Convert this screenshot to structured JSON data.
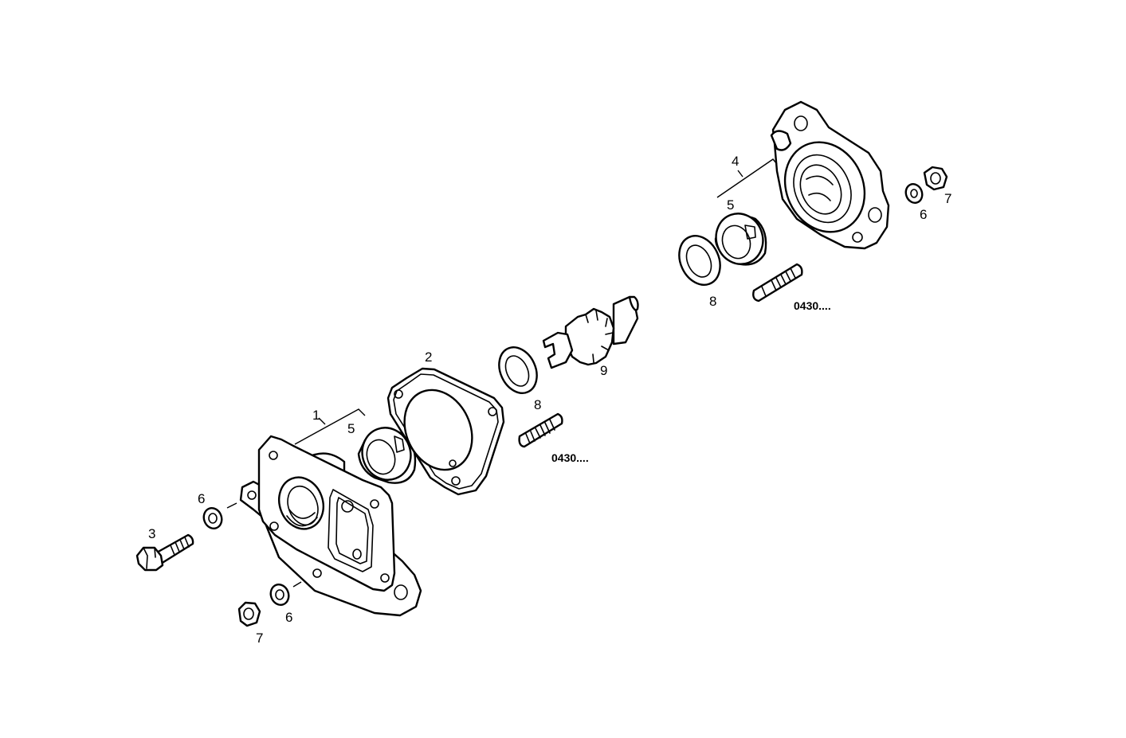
{
  "diagram": {
    "callouts": {
      "c1": "1",
      "c2": "2",
      "c3": "3",
      "c4": "4",
      "c5a": "5",
      "c5b": "5",
      "c6a": "6",
      "c6b": "6",
      "c6c": "6",
      "c7a": "7",
      "c7b": "7",
      "c8a": "8",
      "c8b": "8",
      "c9": "9"
    },
    "part_refs": {
      "stud_a": "0430....",
      "stud_b": "0430...."
    }
  }
}
